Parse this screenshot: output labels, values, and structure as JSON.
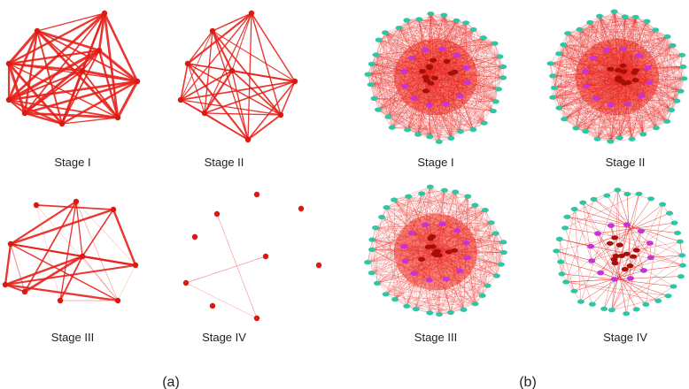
{
  "colors": {
    "edge": "#e8201a",
    "edge_light": "#f08a86",
    "node": "#d81a12",
    "node_dark": "#a80f0a",
    "hub": "#c832d8",
    "leaf": "#2fc6a6",
    "dense_fill": "#f23a2c"
  },
  "panels": [
    {
      "label": "(a)",
      "subplots": [
        {
          "title": "Stage I",
          "density": "dense"
        },
        {
          "title": "Stage II",
          "density": "dense"
        },
        {
          "title": "Stage III",
          "density": "medium"
        },
        {
          "title": "Stage IV",
          "density": "sparse"
        }
      ]
    },
    {
      "label": "(b)",
      "subplots": [
        {
          "title": "Stage I",
          "density": "dense"
        },
        {
          "title": "Stage II",
          "density": "dense"
        },
        {
          "title": "Stage III",
          "density": "medium"
        },
        {
          "title": "Stage IV",
          "density": "sparse"
        }
      ]
    }
  ]
}
